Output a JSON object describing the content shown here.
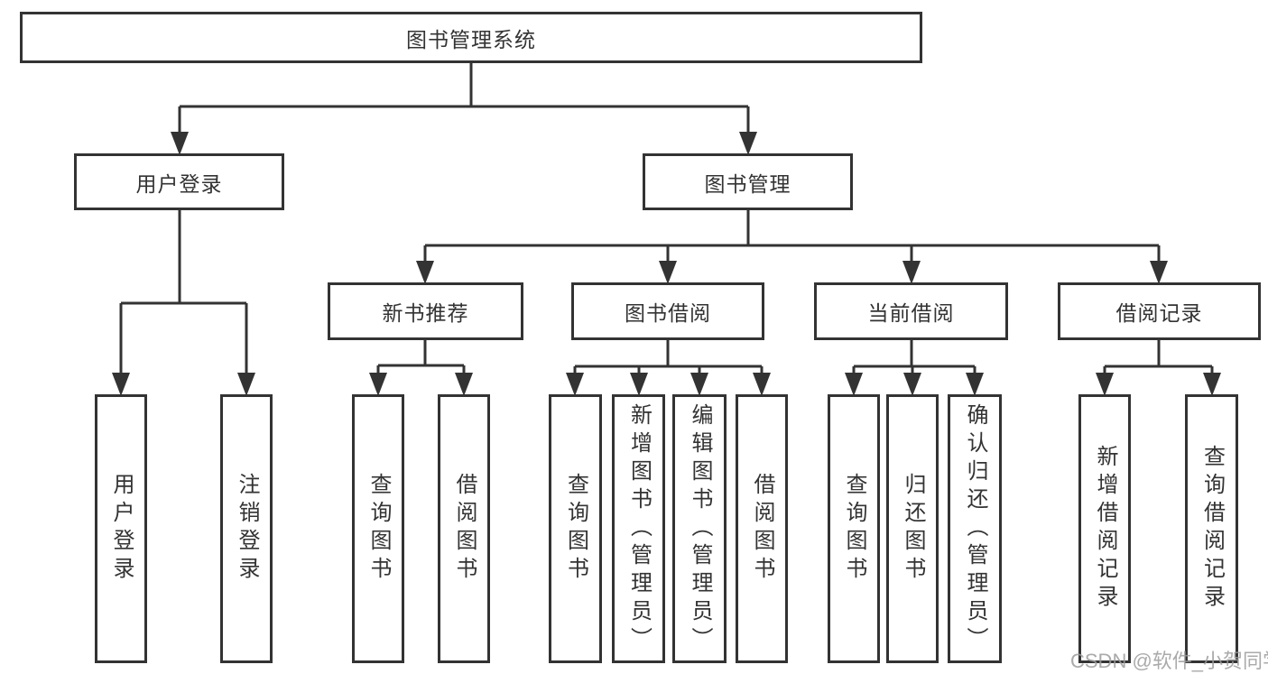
{
  "tree": {
    "root": {
      "label": "图书管理系统"
    },
    "branches": [
      {
        "label": "用户登录",
        "children": [
          {
            "label": "用户登录"
          },
          {
            "label": "注销登录"
          }
        ]
      },
      {
        "label": "图书管理",
        "children": [
          {
            "label": "新书推荐",
            "children": [
              {
                "label": "查询图书"
              },
              {
                "label": "借阅图书"
              }
            ]
          },
          {
            "label": "图书借阅",
            "children": [
              {
                "label": "查询图书"
              },
              {
                "label": "新增图书（管理员）"
              },
              {
                "label": "编辑图书（管理员）"
              },
              {
                "label": "借阅图书"
              }
            ]
          },
          {
            "label": "当前借阅",
            "children": [
              {
                "label": "查询图书"
              },
              {
                "label": "归还图书"
              },
              {
                "label": "确认归还（管理员）"
              }
            ]
          },
          {
            "label": "借阅记录",
            "children": [
              {
                "label": "新增借阅记录"
              },
              {
                "label": "查询借阅记录"
              }
            ]
          }
        ]
      }
    ]
  },
  "watermark": "CSDN @软件_小贺同学",
  "colors": {
    "line": "#333333",
    "box_border": "#333333",
    "text": "#333333",
    "watermark": "#9c9c9c",
    "background": "#ffffff"
  }
}
